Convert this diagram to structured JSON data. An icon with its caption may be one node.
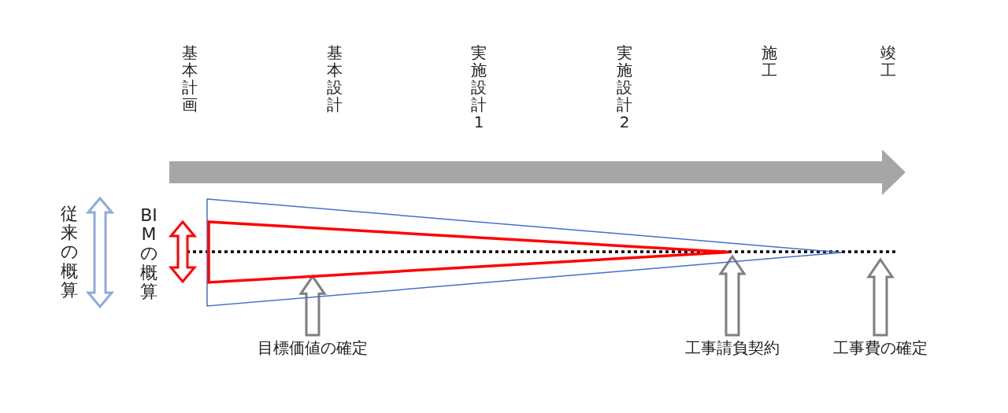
{
  "diagram": {
    "nodes": [
      {
        "text": [],
        "shape": "triangle"
      },
      {
        "text": [],
        "shape": "triangle",
        "in": 0
      },
      {
        "text": [
          "目標価値の確定"
        ]
      },
      {
        "text": [
          "工事請負契約"
        ]
      },
      {
        "text": [
          "工事費の確定"
        ]
      }
    ],
    "edges": [
      {
        "from": 2,
        "to": 1,
        "arrow": "to"
      },
      {
        "from": 3,
        "to": null,
        "arrow": "to"
      },
      {
        "from": 4,
        "to": null,
        "arrow": "to"
      }
    ],
    "labels": [
      "基本計画",
      "基本設計",
      "実施設計1",
      "実施設計2",
      "施工",
      "竣工",
      "従来の概算",
      "BIMの概算"
    ]
  }
}
